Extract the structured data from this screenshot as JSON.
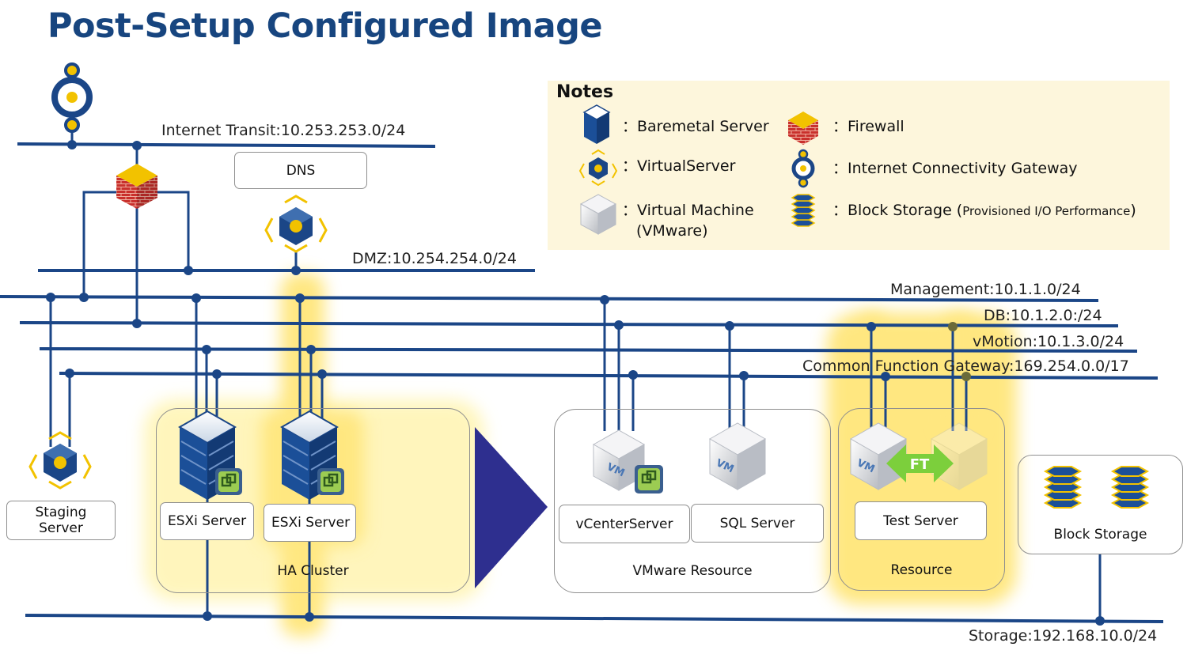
{
  "title": "Post-Setup Configured Image",
  "networks": {
    "internet": "Internet Transit:10.253.253.0/24",
    "dmz": "DMZ:10.254.254.0/24",
    "management": "Management:10.1.1.0/24",
    "db": "DB:10.1.2.0:/24",
    "vmotion": "vMotion:10.1.3.0/24",
    "common": "Common Function Gateway:169.254.0.0/17",
    "storage": "Storage:192.168.10.0/24"
  },
  "nodes": {
    "dns": "DNS",
    "staging": [
      "Staging",
      "Server"
    ],
    "esxi1": "ESXi Server",
    "esxi2": "ESXi Server",
    "vcenter": "vCenterServer",
    "sql": "SQL Server",
    "test": "Test Server",
    "block_storage": "Block Storage"
  },
  "groups": {
    "ha_cluster": "HA Cluster",
    "vmware_resource": "VMware Resource",
    "resource": "Resource"
  },
  "ft_label": "FT",
  "vm_label": "VM",
  "notes": {
    "title": "Notes",
    "items": {
      "baremetal": "：Baremetal Server",
      "firewall": "：Firewall",
      "virtualserver": "：VirtualServer",
      "gateway": "：Internet Connectivity Gateway",
      "vm_line1": "：Virtual Machine",
      "vm_line2": "(VMware)",
      "block_prefix": "：Block Storage (",
      "block_small": "Provisioned I/O Performance",
      "block_suffix": ")"
    }
  },
  "colors": {
    "title": "#17457f",
    "line": "#1b4687",
    "highlight": "#ffe36a",
    "notes_bg": "#fdf6dc",
    "arrow": "#2e2f8f",
    "ft_arrow": "#7ccf3c",
    "firewall_top": "#f2c200",
    "firewall_brick": "#c9302c"
  }
}
